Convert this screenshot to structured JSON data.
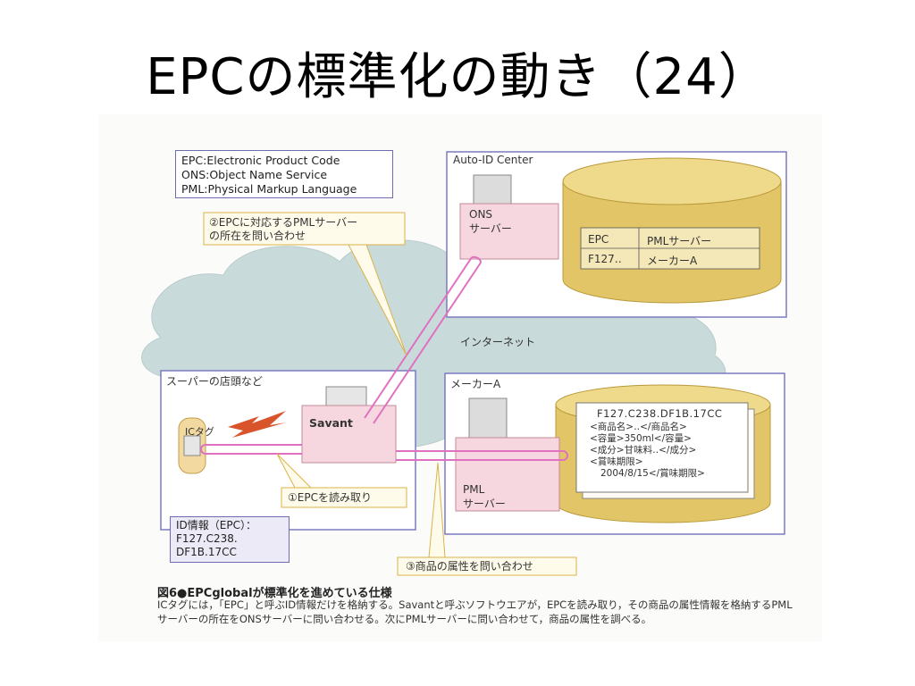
{
  "slide": {
    "title": "EPCの標準化の動き（24）"
  },
  "legend": {
    "lines": [
      "EPC:Electronic Product Code",
      "ONS:Object Name Service",
      "PML:Physical Markup Language"
    ]
  },
  "boxes": {
    "auto_id": "Auto-ID Center",
    "store": "スーパーの店頭など",
    "maker": "メーカーA"
  },
  "network": {
    "internet": "インターネット"
  },
  "ons_server": {
    "line1": "ONS",
    "line2": "サーバー"
  },
  "epc_table": {
    "headers": [
      "EPC",
      "PMLサーバー"
    ],
    "row": [
      "F127‥",
      "メーカーA"
    ]
  },
  "savant": {
    "label": "Savant"
  },
  "ic_tag": {
    "label": "ICタグ"
  },
  "id_info": {
    "lines": [
      "ID情報（EPC）：",
      "F127.C238.",
      "DF1B.17CC"
    ]
  },
  "pml_server": {
    "line1": "PML",
    "line2": "サーバー"
  },
  "pml_doc": {
    "header": "F127.C238.DF1B.17CC",
    "lines": [
      "<商品名>‥</商品名>",
      "<容量>350ml</容量>",
      "<成分>甘味料‥</成分>",
      "<賞味期限>",
      "2004/8/15</賞味期限>"
    ]
  },
  "steps": {
    "step1": "①EPCを読み取り",
    "step2_line1": "②EPCに対応するPMLサーバー",
    "step2_line2": "の所在を問い合わせ",
    "step3": "③商品の属性を問い合わせ"
  },
  "caption": {
    "title": "図6●EPCglobalが標準化を進めている仕様",
    "body": "ICタグには，「EPC」と呼ぶID情報だけを格納する。Savantと呼ぶソフトウエアが，EPCを読み取り，その商品の属性情報を格納するPMLサーバーの所在をONSサーバーに問い合わせる。次にPMLサーバーに問い合わせて，商品の属性を調べる。"
  },
  "colors": {
    "cloud": "#c9dada",
    "cylinder": "#e2c566",
    "pink_arrow": "#e070c0",
    "frame": "#7b7bbf",
    "callout_border": "#d9b34a",
    "server_pink": "#f7d7df"
  }
}
